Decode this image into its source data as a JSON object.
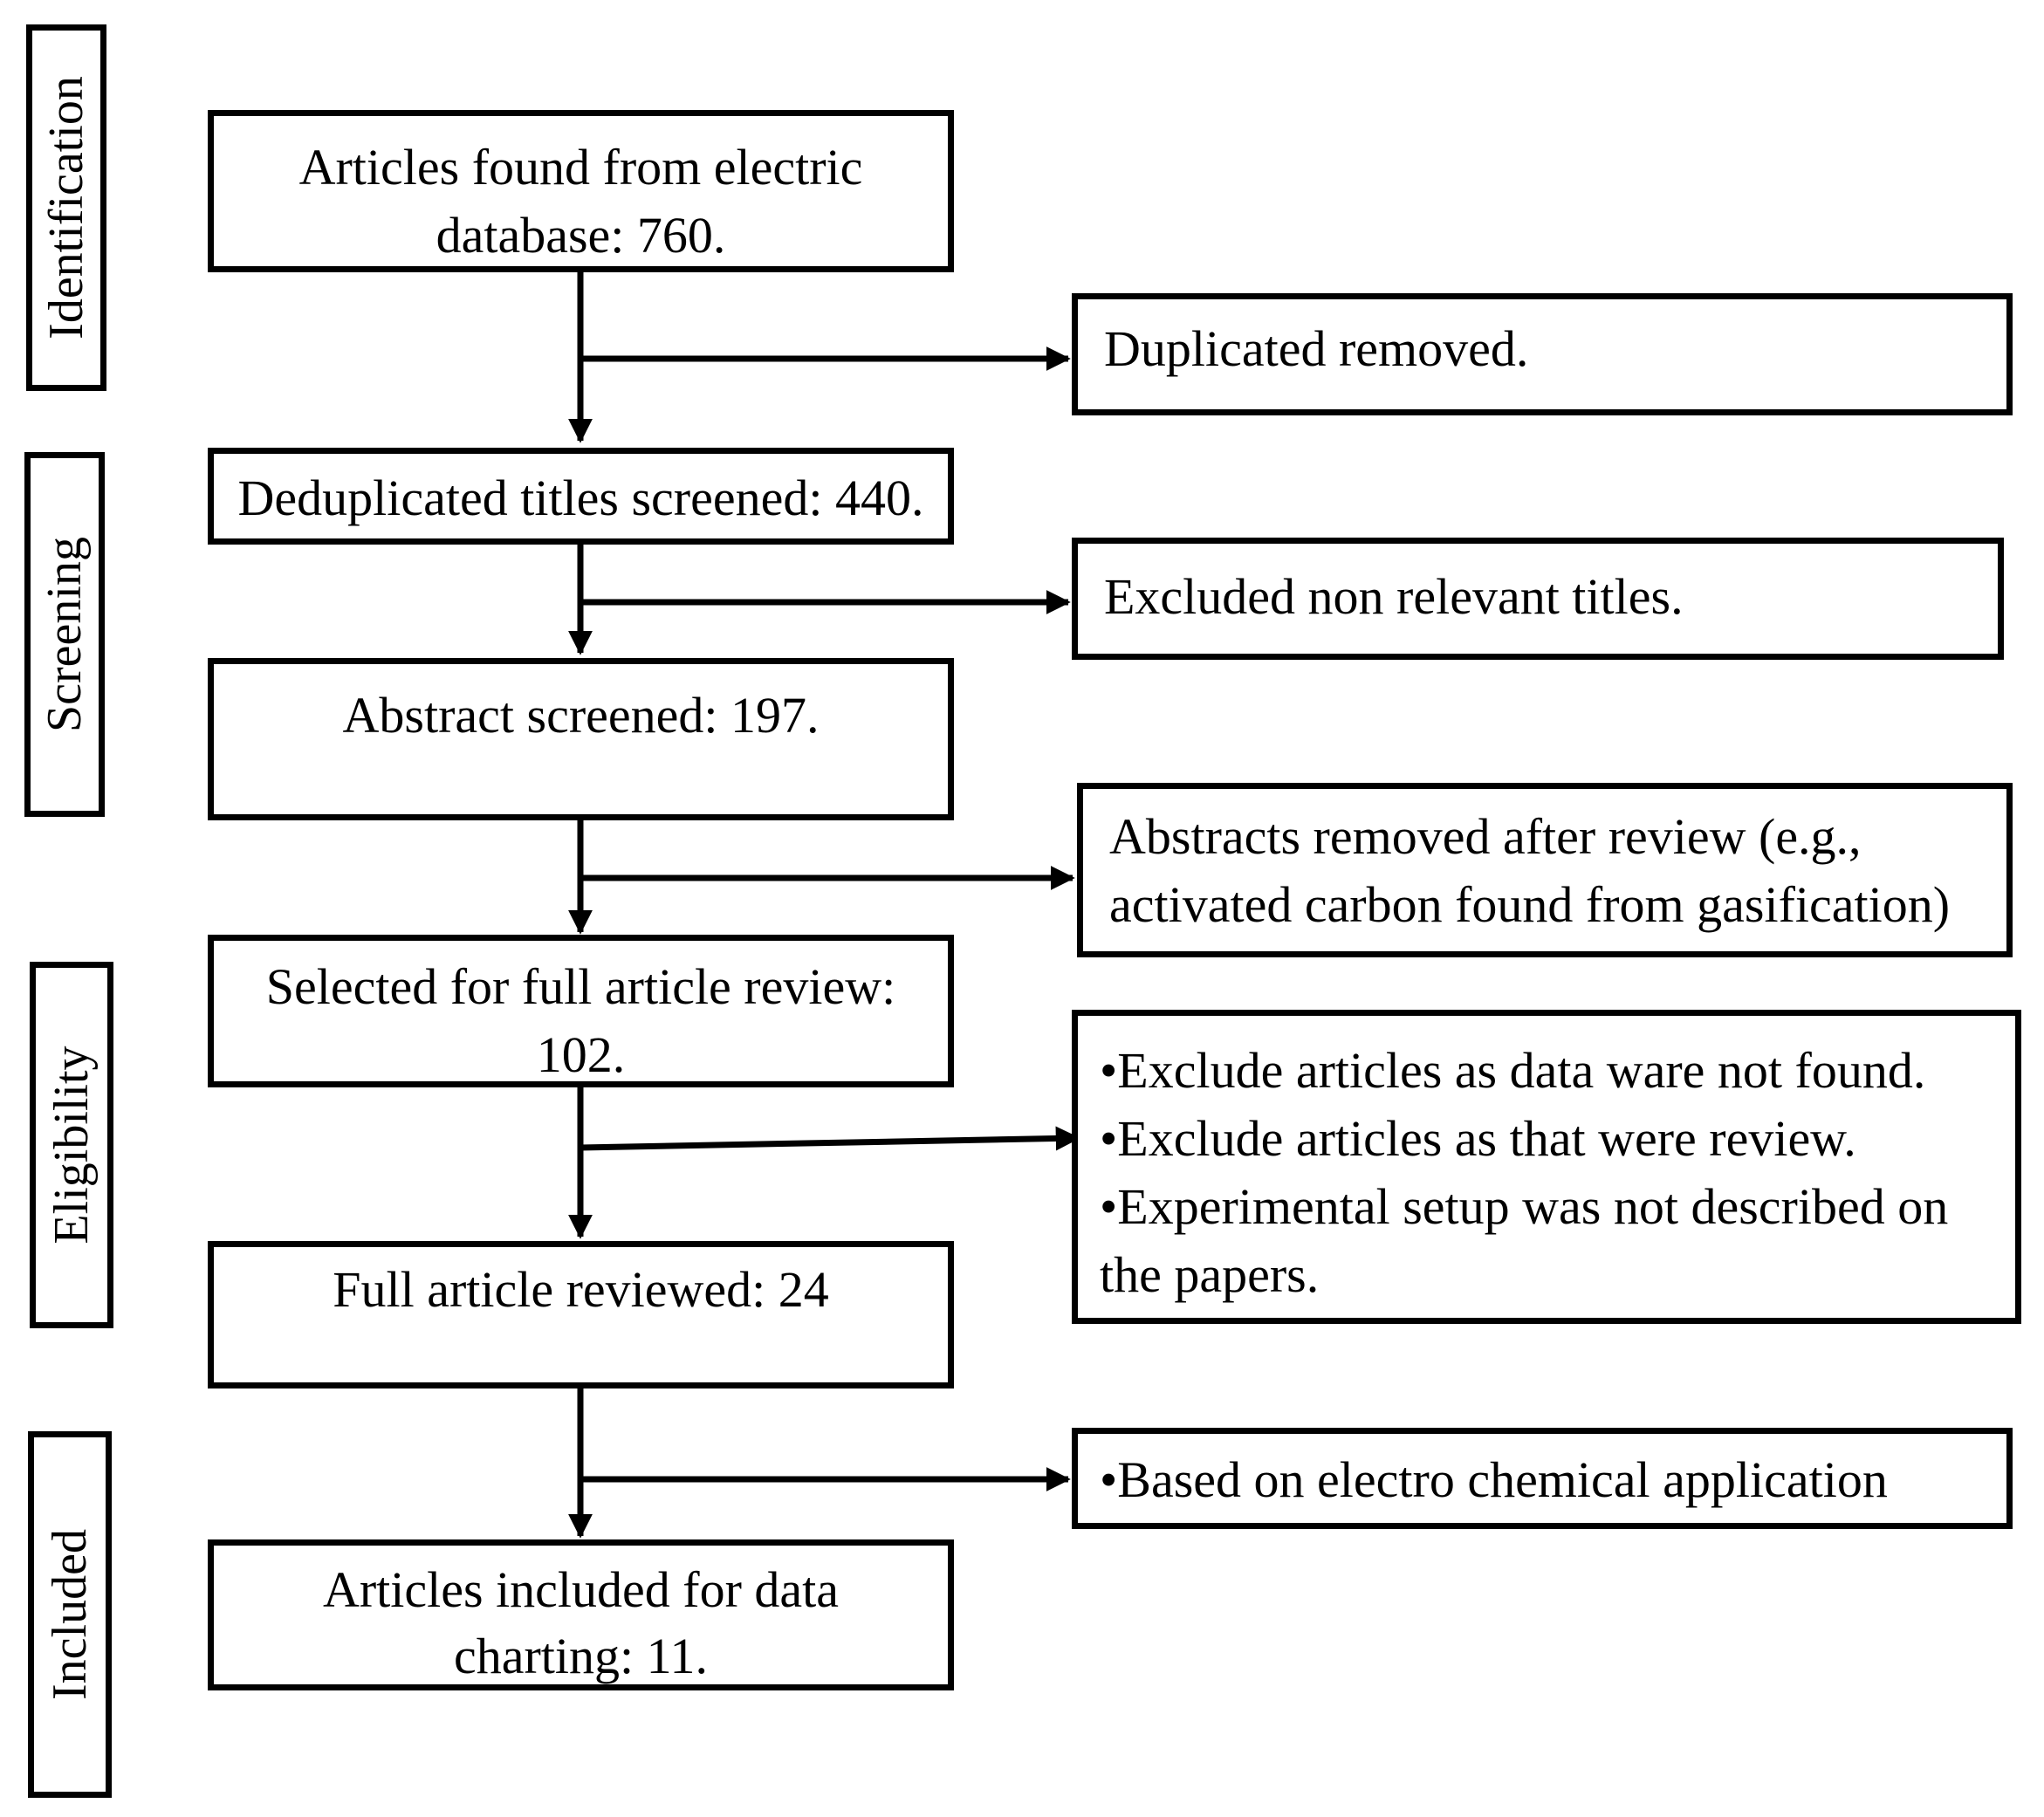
{
  "phases": {
    "identification": "Identification",
    "screening": "Screening",
    "eligibility": "Eligibility",
    "included": "Included"
  },
  "main_boxes": {
    "b1": [
      "Articles found from electric",
      "database: 760."
    ],
    "b2": [
      "Deduplicated titles screened: 440."
    ],
    "b3": [
      "Abstract screened: 197."
    ],
    "b4": [
      "Selected for full article review:",
      "102."
    ],
    "b5": [
      "Full article reviewed: 24"
    ],
    "b6": [
      "Articles included for data",
      "charting: 11."
    ]
  },
  "side_boxes": {
    "s1": [
      "Duplicated removed."
    ],
    "s2": [
      "Excluded non relevant titles."
    ],
    "s3": [
      "Abstracts removed after review (e.g.,",
      "activated carbon found from gasification)"
    ],
    "s4": [
      "•Exclude articles as data ware not found.",
      "•Exclude articles as that were review.",
      "•Experimental setup was not described on",
      "the papers."
    ],
    "s5": [
      "•Based on electro chemical application"
    ]
  }
}
